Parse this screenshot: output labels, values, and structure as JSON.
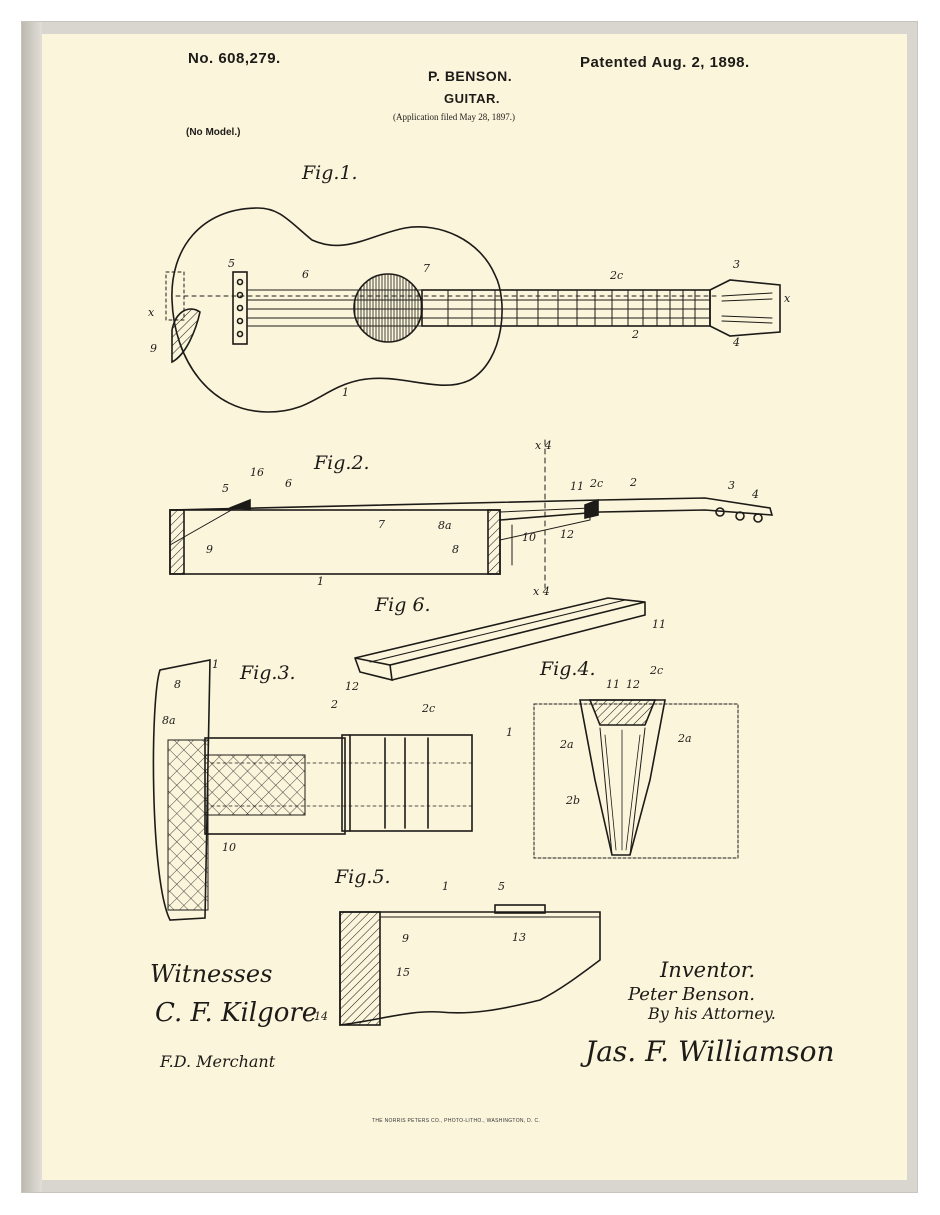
{
  "header": {
    "patent_number": "No. 608,279.",
    "patent_date": "Patented Aug. 2, 1898.",
    "inventor_name": "P. BENSON.",
    "title": "GUITAR.",
    "application_filed": "(Application filed May 28, 1897.)",
    "model_note": "(No Model.)"
  },
  "figures": {
    "fig1": "Fig.1.",
    "fig2": "Fig.2.",
    "fig3": "Fig.3.",
    "fig4": "Fig.4.",
    "fig5": "Fig.5.",
    "fig6": "Fig 6."
  },
  "callouts": {
    "fig1": [
      "5",
      "6",
      "7",
      "2c",
      "3",
      "x",
      "x",
      "9",
      "1",
      "2",
      "4"
    ],
    "fig2": [
      "x 4",
      "16",
      "5",
      "6",
      "7",
      "8a",
      "8",
      "9",
      "10",
      "11",
      "2c",
      "2",
      "12",
      "3",
      "4",
      "1",
      "x 4"
    ],
    "fig6": [
      "11",
      "12"
    ],
    "fig3": [
      "8",
      "1",
      "8a",
      "2",
      "2c",
      "10"
    ],
    "fig4": [
      "11",
      "12",
      "2c",
      "1",
      "2a",
      "2a",
      "2b"
    ],
    "fig5": [
      "1",
      "5",
      "9",
      "15",
      "13",
      "14"
    ]
  },
  "signatures": {
    "witnesses_label": "Witnesses",
    "witness_1": "C. F. Kilgore",
    "witness_2": "F.D. Merchant",
    "inventor_label": "Inventor.",
    "inventor": "Peter Benson.",
    "attorney_label": "By his Attorney.",
    "attorney": "Jas. F. Williamson"
  },
  "footer": {
    "printer": "THE NORRIS PETERS CO., PHOTO-LITHO., WASHINGTON, D. C."
  }
}
